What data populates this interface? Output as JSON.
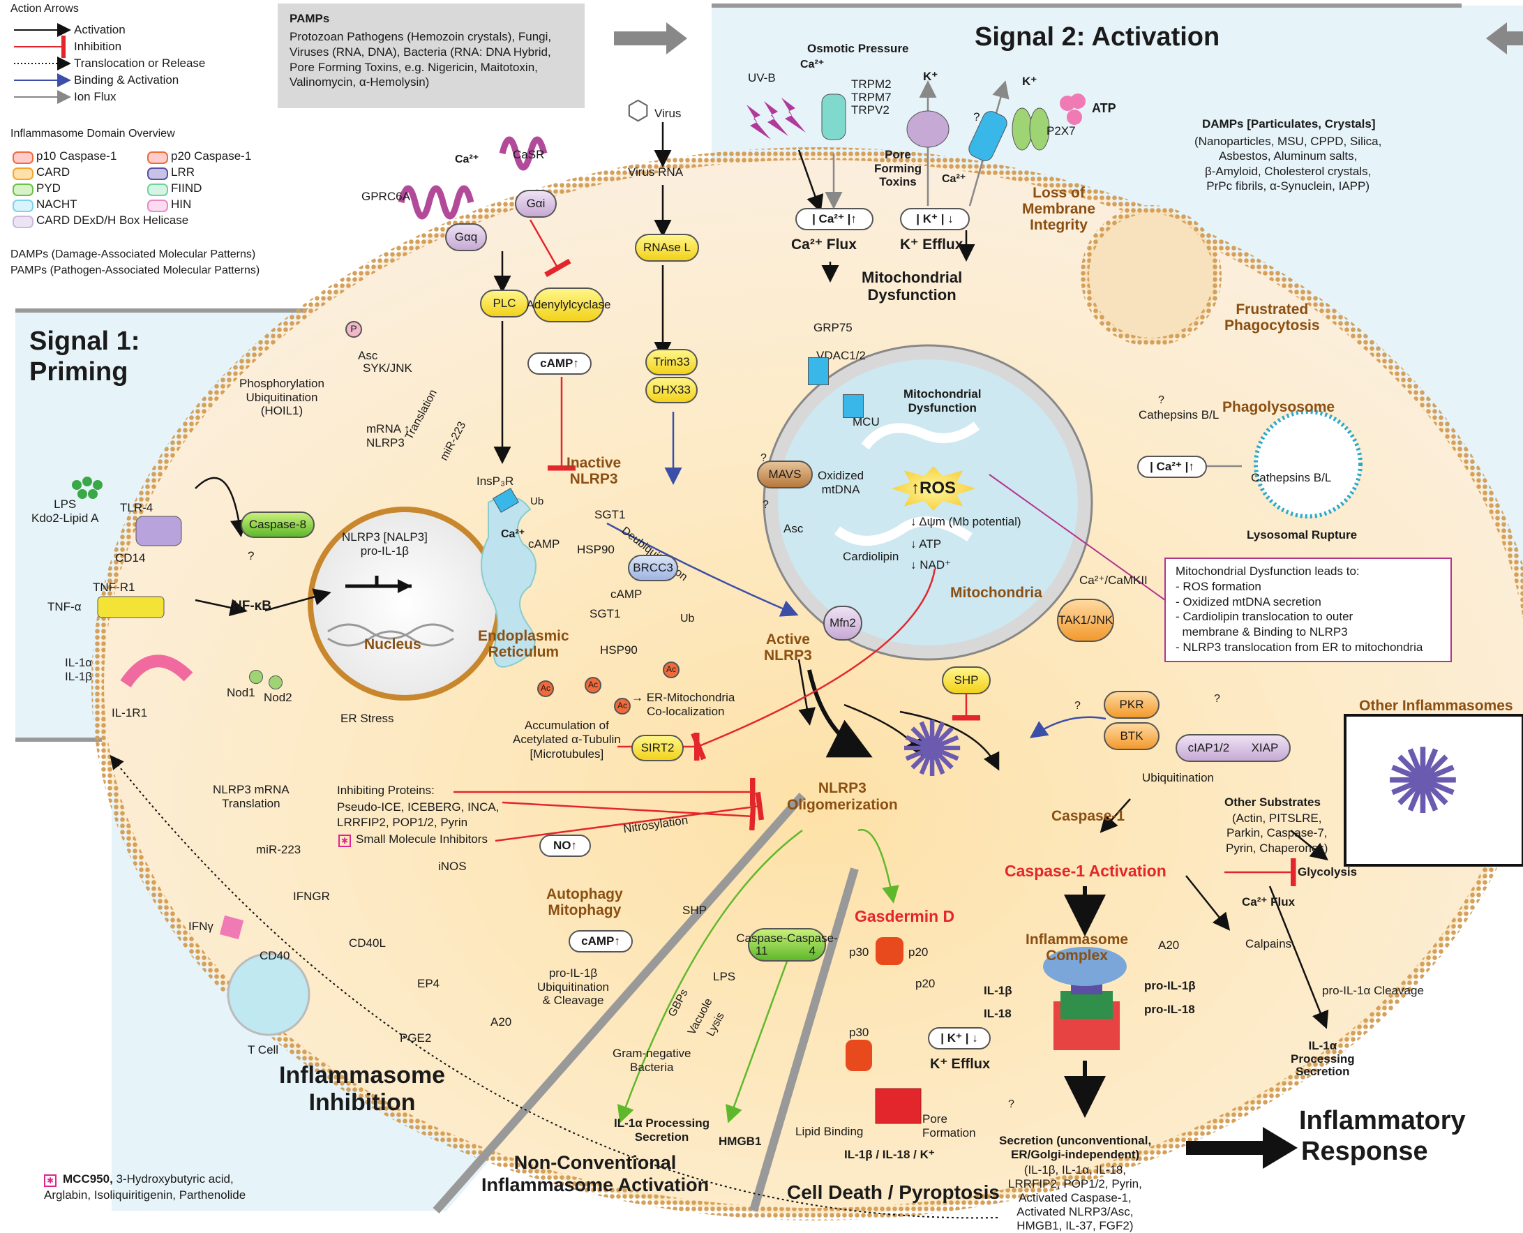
{
  "legend": {
    "arrows_title": "Action Arrows",
    "arrows": [
      "Activation",
      "Inhibition",
      "Translocation or Release",
      "Binding & Activation",
      "Ion Flux"
    ],
    "domain_title": "Inflammasome Domain Overview",
    "domains_left": [
      "p10 Caspase-1",
      "CARD",
      "PYD",
      "NACHT",
      "CARD DExD/H Box Helicase"
    ],
    "domains_right": [
      "p20 Caspase-1",
      "LRR",
      "FIIND",
      "HIN"
    ],
    "damps": "DAMPs (Damage-Associated Molecular Patterns)",
    "pamps": "PAMPs (Pathogen-Associated Molecular Patterns)",
    "colors": {
      "activation": "#000000",
      "inhibition": "#e3262b",
      "binding": "#3b4fa8",
      "ion_flux": "#8a8a8a",
      "p10": "#f06a3a",
      "card": "#f5a42a",
      "pyd": "#6cc04a",
      "nacht": "#7fd3e8",
      "helicase": "#c9b8dc",
      "p20": "#f06a3a",
      "lrr": "#5a4fa3",
      "fiind": "#6ed3a0",
      "hin": "#e88ac8"
    }
  },
  "pamps_box": {
    "title": "PAMPs",
    "lines": [
      "Protozoan Pathogens (Hemozoin crystals), Fungi,",
      "Viruses (RNA, DNA), Bacteria (RNA: DNA Hybrid,",
      "Pore Forming Toxins, e.g. Nigericin, Maitotoxin,",
      "Valinomycin, α-Hemolysin)"
    ]
  },
  "signal1": {
    "title_line1": "Signal 1:",
    "title_line2": "Priming"
  },
  "signal2": {
    "title": "Signal 2: Activation"
  },
  "signal2_labels": {
    "osmotic": "Osmotic Pressure",
    "ca": "Ca²⁺",
    "uvb": "UV-B",
    "trp": [
      "TRPM2",
      "TRPM7",
      "TRPV2"
    ],
    "k1": "K⁺",
    "k2": "K⁺",
    "q": "?",
    "atp": "ATP",
    "p2x7": "P2X7",
    "pore": [
      "Pore",
      "Forming",
      "Toxins"
    ],
    "ca2": "Ca²⁺",
    "ca_box": "| Ca²⁺ |↑",
    "k_box": "| K⁺ | ↓",
    "ca_flux": "Ca²⁺ Flux",
    "k_efflux": "K⁺ Efflux",
    "mito_dys": [
      "Mitochondrial",
      "Dysfunction"
    ],
    "loss_membrane": [
      "Loss of",
      "Membrane",
      "Integrity"
    ],
    "damps_title": "DAMPs [Particulates, Crystals]",
    "damps_lines": [
      "(Nanoparticles, MSU, CPPD, Silica,",
      "Asbestos, Aluminum salts,",
      "β-Amyloid, Cholesterol crystals,",
      "PrPc fibrils, α-Synuclein, IAPP)"
    ],
    "frustrated": [
      "Frustrated",
      "Phagocytosis"
    ],
    "grp75": "GRP75",
    "vdac": "VDAC1/2",
    "mcu": "MCU",
    "mito_dys2": [
      "Mitochondrial",
      "Dysfunction"
    ],
    "cathepsins": "Cathepsins B/L",
    "q2": "?",
    "phagolysosome": "Phagolysosome",
    "cathepsins2": "Cathepsins B/L",
    "ca_box2": "| Ca²⁺ |↑",
    "lyso": "Lysosomal Rupture",
    "mavs": "MAVS",
    "q3": "?",
    "oxidized": [
      "Oxidized",
      "mtDNA"
    ],
    "ros": "↑ROS",
    "mb": "↓ Δψm (Mb potential)",
    "atp2": "↓ ATP",
    "nad": "↓ NAD⁺",
    "cardiolipin": "Cardiolipin",
    "asc": "Asc",
    "q4": "?",
    "mfn2": "Mfn2",
    "mitochondria": "Mitochondria",
    "active_nlrp3": [
      "Active",
      "NLRP3"
    ],
    "shp": "SHP",
    "camkii": "Ca²⁺/CaMKII",
    "tak1": [
      "TAK1/",
      "JNK"
    ],
    "mito_box": [
      "Mitochondrial Dysfunction leads to:",
      "- ROS formation",
      "- Oxidized mtDNA secretion",
      "- Cardiolipin translocation to outer",
      "  membrane & Binding to NLRP3",
      "- NLRP3 translocation from ER to mitochondria"
    ]
  },
  "signal1_labels": {
    "gprc6a": "GPRC6A",
    "ca": "Ca²⁺",
    "casr": "CaSR",
    "gai": "Gαi",
    "gaq": "Gαq",
    "plc": "PLC",
    "adenylyl": [
      "Adenylyl",
      "cyclase"
    ],
    "camp": "cAMP↑",
    "virus": "Virus",
    "virus_rna": "Virus RNA",
    "rnase": "RNAse L",
    "trim33": "Trim33",
    "dhx33": "DHX33",
    "asc": "Asc",
    "p": "P",
    "syk": "SYK/JNK",
    "phos": [
      "Phosphorylation",
      "Ubiquitination",
      "(HOIL1)"
    ],
    "mrna": [
      "mRNA ↑",
      "NLRP3"
    ],
    "translation": "Translation",
    "mir223": "miR-223",
    "lps": [
      "LPS",
      "Kdo2-Lipid A"
    ],
    "tlr4": "TLR-4",
    "cd14": "CD14",
    "tnfr1": "TNF-R1",
    "tnfa": "TNF-α",
    "il1a": [
      "IL-1α",
      "IL-1β"
    ],
    "il1r1": "IL-1R1",
    "caspase8": "Caspase-8",
    "q": "?",
    "nfkb": "NF-κB",
    "nod1": "Nod1",
    "nod2": "Nod2",
    "er_stress": "ER Stress",
    "nucleus_genes": [
      "NLRP3 [NALP3]",
      "pro-IL-1β"
    ],
    "nucleus": "Nucleus",
    "insp3r": "InsP₃R",
    "ca2": "Ca²⁺",
    "camp2": "cAMP",
    "ub": "Ub",
    "sgt1": "SGT1",
    "hsp90": "HSP90",
    "inactive": [
      "Inactive",
      "NLRP3"
    ],
    "deubiq": "Deubiquitination",
    "brcc3": "BRCC3",
    "camp3": "cAMP",
    "sgt1b": "SGT1",
    "ub2": "Ub",
    "hsp90b": "HSP90",
    "er": [
      "Endoplasmic",
      "Reticulum"
    ],
    "ac": "Ac",
    "er_mito": [
      "→ ER-Mitochondria",
      "Co-localization"
    ],
    "accum": [
      "Accumulation of",
      "Acetylated α-Tubulin",
      "[Microtubules]"
    ],
    "sirt2": "SIRT2"
  },
  "center": {
    "oligomer": [
      "NLRP3",
      "Oligomerization"
    ],
    "pkr": "PKR",
    "btk": "BTK",
    "q": "?",
    "q2": "?",
    "ciap": "cIAP1/2",
    "xiap": "XIAP",
    "ubiq": "Ubiquitination",
    "caspase1": "Caspase-1",
    "other_sub_title": "Other Substrates",
    "other_sub_lines": [
      "(Actin, PITSLRE,",
      "Parkin, Caspase-7,",
      "Pyrin, Chaperones)"
    ],
    "casp1_act": "Caspase-1 Activation",
    "glycolysis": "Glycolysis",
    "gasdermin": "Gasdermin D",
    "p30": "p30",
    "p20": "p20",
    "p20b": "p20",
    "p30b": "p30",
    "inflamm_complex": [
      "Inflammasome",
      "Complex"
    ],
    "a20": "A20",
    "pro_il1b": "pro-IL-1β",
    "pro_il18": "pro-IL-18",
    "il1b": "IL-1β",
    "il18": "IL-18",
    "k_box": "| K⁺ | ↓",
    "k_efflux": "K⁺ Efflux",
    "ca_flux": "Ca²⁺ Flux",
    "calpains": "Calpains",
    "pro_il1a": "pro-IL-1α Cleavage",
    "il1a_proc": [
      "IL-1α",
      "Processing",
      "Secretion"
    ],
    "lipid": "Lipid Binding",
    "pore": [
      "Pore",
      "Formation"
    ],
    "il_k": "IL-1β / IL-18 / K⁺",
    "q3": "?",
    "secretion_title": [
      "Secretion (unconventional,",
      "ER/Golgi-independent)"
    ],
    "secretion_lines": [
      "(IL-1β, IL-1α, IL-18,",
      "LRRFIP2, POP1/2, Pyrin,",
      "Activated Caspase-1,",
      "Activated NLRP3/Asc,",
      "HMGB1, IL-37, FGF2)"
    ],
    "cell_death": "Cell Death / Pyroptosis",
    "inflammatory": [
      "Inflammatory",
      "Response"
    ],
    "other_inflamm": "Other Inflammasomes"
  },
  "inhibition": {
    "mrna": [
      "NLRP3 mRNA",
      "Translation"
    ],
    "mir223": "miR-223",
    "proteins_title": "Inhibiting Proteins:",
    "proteins": [
      "Pseudo-ICE, ICEBERG, INCA,",
      "LRRFIP2, POP1/2, Pyrin"
    ],
    "small": "Small Molecule Inhibitors",
    "inos": "iNOS",
    "no": "NO↑",
    "nitros": "Nitrosylation",
    "ifngr": "IFNGR",
    "ifng": "IFNγ",
    "cd40": "CD40",
    "cd40l": "CD40L",
    "tcell": "T Cell",
    "autophagy": [
      "Autophagy",
      "Mitophagy"
    ],
    "shp": "SHP",
    "ep4": "EP4",
    "pge2": "PGE2",
    "camp": "cAMP↑",
    "pro_il1b": [
      "pro-IL-1β",
      "Ubiquitination",
      "& Cleavage"
    ],
    "a20": "A20",
    "title": [
      "Inflammasome",
      "Inhibition"
    ],
    "mcc950": "MCC950,",
    "mcc950_rest": " 3-Hydroxybutyric acid,",
    "mcc950_line2": "Arglabin, Isoliquiritigenin, Parthenolide"
  },
  "nonconv": {
    "caspase11": [
      "Caspase-11",
      "Caspase-4"
    ],
    "lps": "LPS",
    "gbps": "GBPs",
    "vacuole": [
      "Vacuole",
      "Lysis"
    ],
    "gram": [
      "Gram-negative",
      "Bacteria"
    ],
    "il1a": [
      "IL-1α Processing",
      "Secretion"
    ],
    "hmgb1": "HMGB1",
    "title": [
      "Non-Conventional",
      "Inflammasome Activation"
    ]
  }
}
